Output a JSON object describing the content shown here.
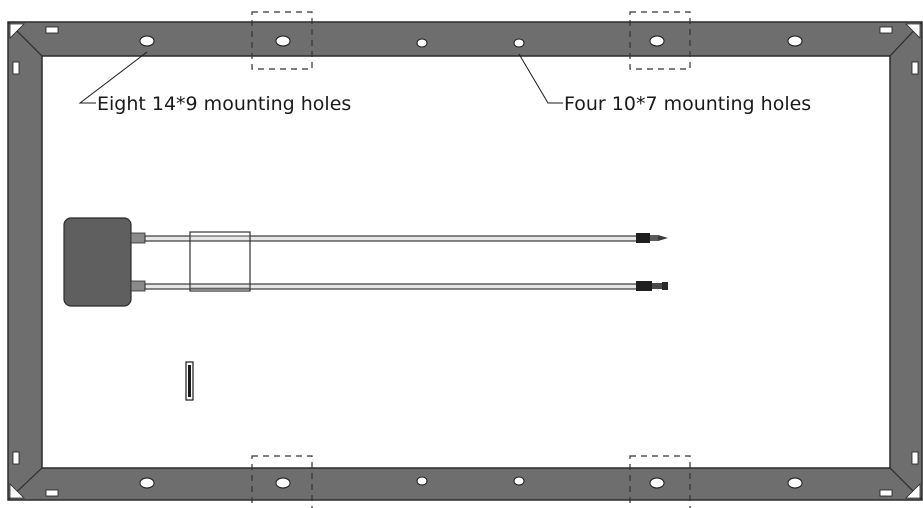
{
  "callouts": {
    "eight_holes_label": "Eight 14*9 mounting holes",
    "four_holes_label": "Four 10*7 mounting holes"
  },
  "colors": {
    "frame_fill": "#6e6e6e",
    "frame_edge": "#2b2b2b",
    "panel_background": "#ffffff",
    "junction_box": "#5f5f5f",
    "cable": "#3a3a3a"
  },
  "mounting_holes": {
    "large_count": 8,
    "large_size": "14*9",
    "small_count": 4,
    "small_size": "10*7"
  }
}
